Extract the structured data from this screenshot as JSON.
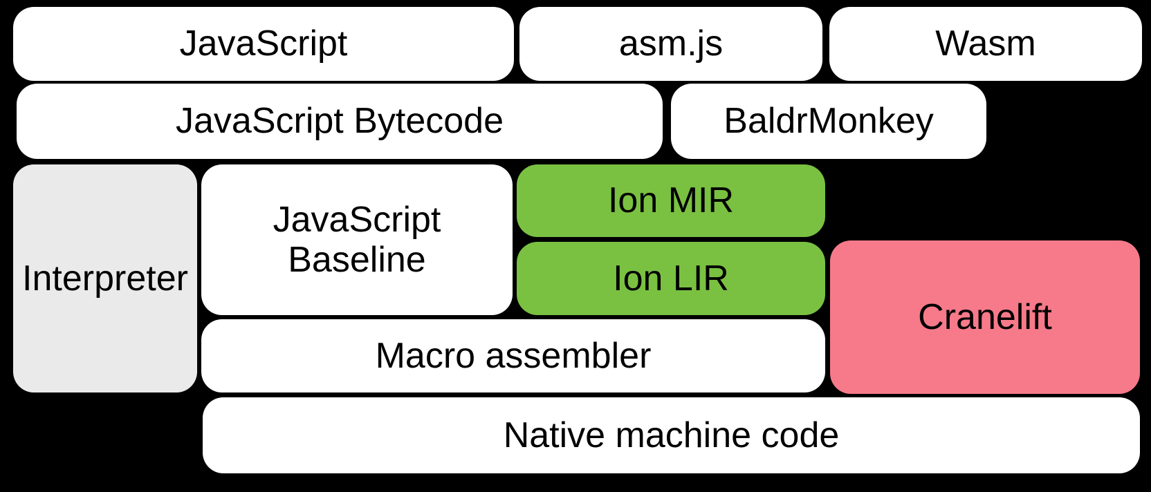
{
  "diagram": {
    "description": "Compiler pipeline diagram of boxes on a black background",
    "background_color": "#000000",
    "text_color": "#000000",
    "colors": {
      "default_box": "#ffffff",
      "interpreter_box": "#eaeaea",
      "ion_box": "#7ac142",
      "cranelift_box": "#f67a8a"
    },
    "nodes": [
      {
        "id": "javascript",
        "label": "JavaScript"
      },
      {
        "id": "asmjs",
        "label": "asm.js"
      },
      {
        "id": "wasm",
        "label": "Wasm"
      },
      {
        "id": "js-bytecode",
        "label": "JavaScript Bytecode"
      },
      {
        "id": "baldrmonkey",
        "label": "BaldrMonkey"
      },
      {
        "id": "interpreter",
        "label": "Interpreter"
      },
      {
        "id": "js-baseline",
        "label": "JavaScript\nBaseline"
      },
      {
        "id": "ion-mir",
        "label": "Ion MIR"
      },
      {
        "id": "ion-lir",
        "label": "Ion LIR"
      },
      {
        "id": "cranelift",
        "label": "Cranelift"
      },
      {
        "id": "macro-assembler",
        "label": "Macro assembler"
      },
      {
        "id": "native-machine-code",
        "label": "Native machine code"
      }
    ]
  }
}
